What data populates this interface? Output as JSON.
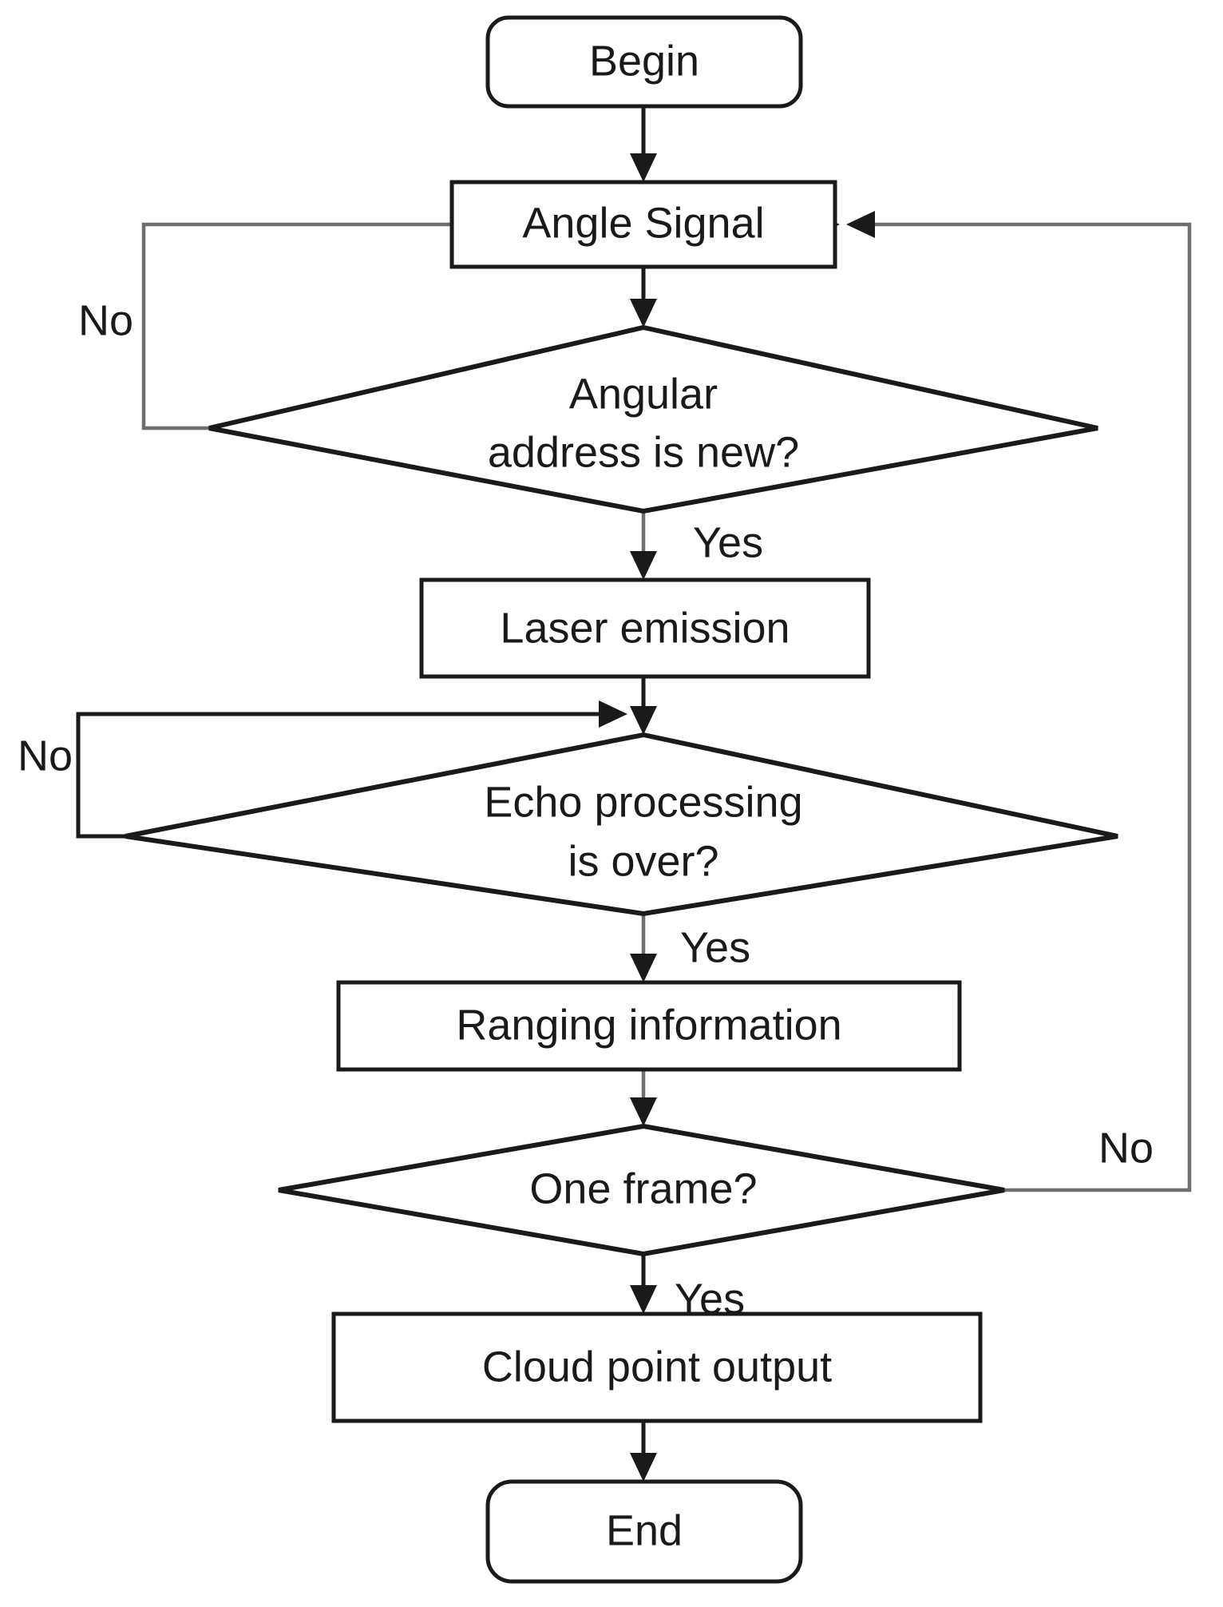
{
  "diagram": {
    "title": "LiDAR point cloud acquisition flowchart",
    "type": "flowchart",
    "background_color": "#ffffff",
    "line_color": "#6e6e6e",
    "shape_stroke_color": "#1a1a1a",
    "text_color": "#1a1a1a",
    "nodes": [
      {
        "id": "begin",
        "label": "Begin",
        "shape": "terminator"
      },
      {
        "id": "angle",
        "label": "Angle Signal",
        "shape": "process"
      },
      {
        "id": "addr",
        "label_line1": "Angular",
        "label_line2": "address is new?",
        "shape": "decision"
      },
      {
        "id": "laser",
        "label": "Laser emission",
        "shape": "process"
      },
      {
        "id": "echo",
        "label_line1": "Echo processing",
        "label_line2": "is over?",
        "shape": "decision"
      },
      {
        "id": "ranging",
        "label": "Ranging information",
        "shape": "process"
      },
      {
        "id": "frame",
        "label": "One frame?",
        "shape": "decision"
      },
      {
        "id": "cloud",
        "label": "Cloud point output",
        "shape": "process"
      },
      {
        "id": "end",
        "label": "End",
        "shape": "terminator"
      }
    ],
    "edge_labels": {
      "addr_no": "No",
      "addr_yes": "Yes",
      "echo_no": "No",
      "echo_yes": "Yes",
      "frame_no": "No",
      "frame_yes": "Yes"
    },
    "edges": [
      {
        "from": "begin",
        "to": "angle",
        "label": ""
      },
      {
        "from": "angle",
        "to": "addr",
        "label": ""
      },
      {
        "from": "addr",
        "to": "angle",
        "label": "No"
      },
      {
        "from": "addr",
        "to": "laser",
        "label": "Yes"
      },
      {
        "from": "laser",
        "to": "echo",
        "label": ""
      },
      {
        "from": "echo",
        "to": "laser",
        "label": "No"
      },
      {
        "from": "echo",
        "to": "ranging",
        "label": "Yes"
      },
      {
        "from": "ranging",
        "to": "frame",
        "label": ""
      },
      {
        "from": "frame",
        "to": "angle",
        "label": "No"
      },
      {
        "from": "frame",
        "to": "cloud",
        "label": "Yes"
      },
      {
        "from": "cloud",
        "to": "end",
        "label": ""
      }
    ]
  }
}
